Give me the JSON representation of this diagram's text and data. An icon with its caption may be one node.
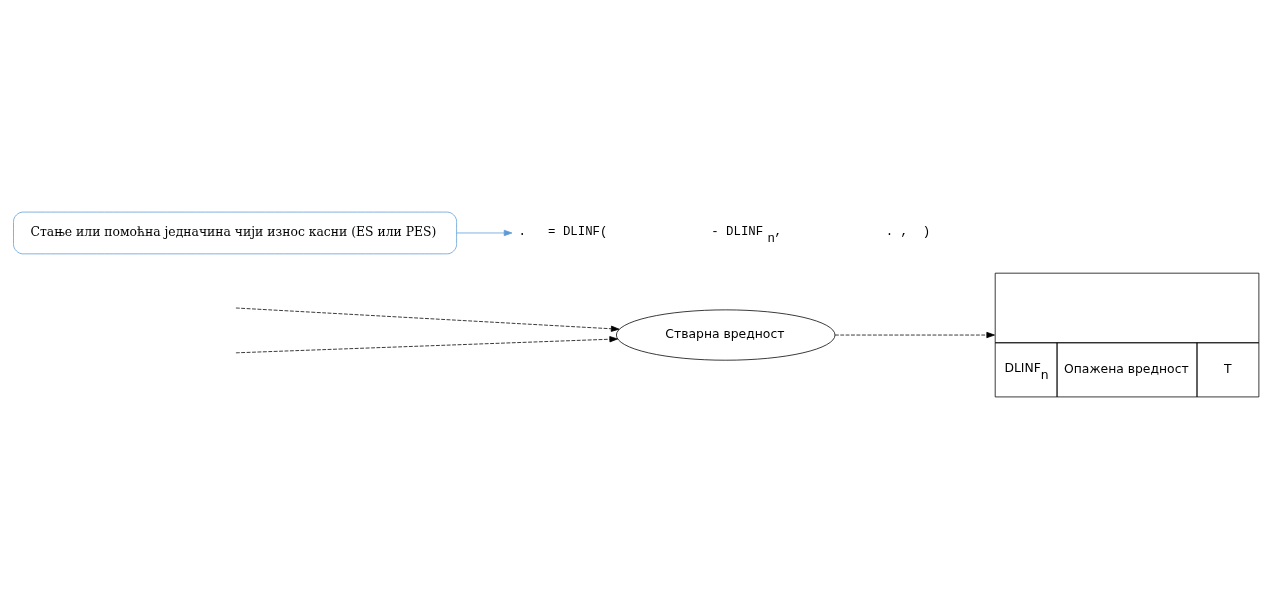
{
  "diagram": {
    "nodes": [
      {
        "text": [
          "Стварна вредност"
        ]
      },
      {
        "text": [
          "DLINF$_{n}$",
          "Опажена вредност",
          "T"
        ]
      },
      {
        "text": [
          "Стање или помоћна једначина чији износ касни (ES или PES)"
        ]
      },
      {
        "text": [
          ".   = DLINF(              - DLINF$_{n}$,              . ,  )"
        ]
      }
    ],
    "edges": [
      {
        "from": null,
        "to": 0,
        "arrow": "to",
        "style": "dashed"
      },
      {
        "from": null,
        "to": 0,
        "arrow": "to",
        "style": "dashed"
      },
      {
        "from": 0,
        "to": 1,
        "arrow": "to",
        "style": "dashed"
      },
      {
        "from": 2,
        "to": 3,
        "arrow": "to",
        "color": "#5b9bd5"
      }
    ]
  }
}
